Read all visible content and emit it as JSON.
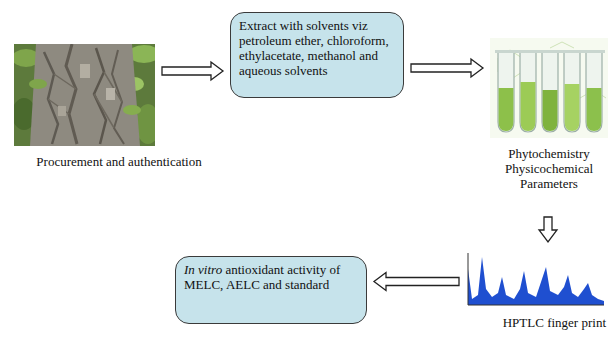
{
  "diagram": {
    "nodes": [
      {
        "text": [
          "Procurement and authentication"
        ]
      },
      {
        "text": [
          "Extract with solvents viz petroleum ether, chloroform, ethylacetate, methanol and aqueous solvents"
        ]
      },
      {
        "text": [
          "Phytochemistry Physicochemical Parameters"
        ]
      },
      {
        "text": [
          "HPTLC finger print"
        ]
      },
      {
        "text": [
          "In vitro",
          "antioxidant activity of MELC, AELC and standard"
        ]
      }
    ],
    "edges": [
      {
        "from": 0,
        "to": 1,
        "arrow": "to"
      },
      {
        "from": 1,
        "to": 2,
        "arrow": "to"
      },
      {
        "from": 2,
        "to": 3,
        "arrow": "to"
      },
      {
        "from": 3,
        "to": 4,
        "arrow": "to"
      }
    ]
  }
}
